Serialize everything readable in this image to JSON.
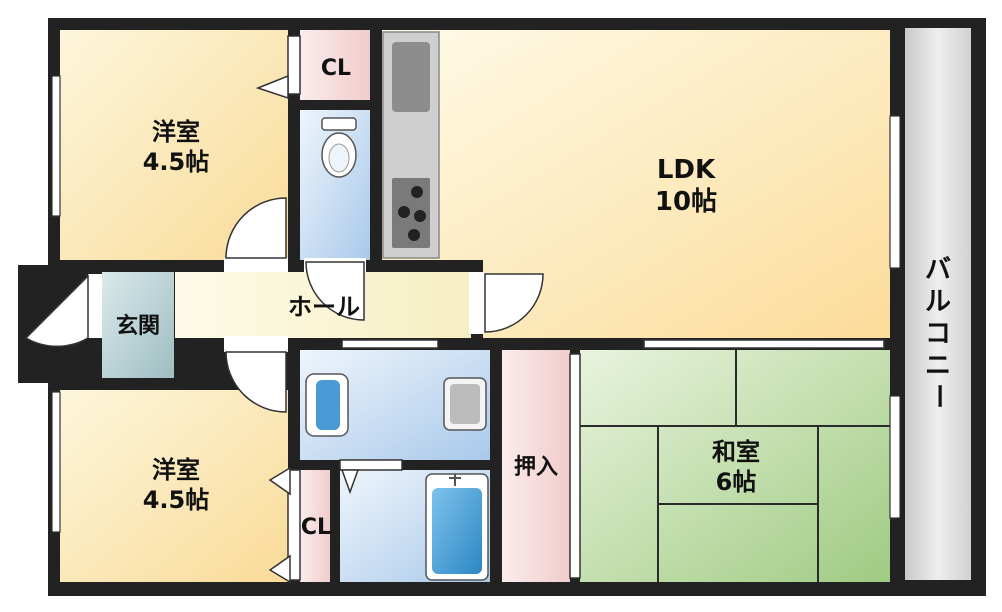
{
  "rooms": {
    "western_top": {
      "name": "洋室",
      "size": "4.5帖"
    },
    "western_bottom": {
      "name": "洋室",
      "size": "4.5帖"
    },
    "ldk": {
      "name": "LDK",
      "size": "10帖"
    },
    "japanese": {
      "name": "和室",
      "size": "6帖"
    },
    "closet_top": "CL",
    "closet_bottom": "CL",
    "hall": "ホール",
    "entrance": "玄関",
    "oshiire": "押入",
    "balcony": [
      "バ",
      "ル",
      "コ",
      "ニ",
      "ー"
    ]
  },
  "colors": {
    "wall": "#222222",
    "western_floor": "#fbe7b5",
    "ldk_floor": "#fdf0c4",
    "hall_floor": "#fbf6d4",
    "wet_area": "#cfe2f5",
    "closet": "#f7dede",
    "entrance": "#b9d3d6",
    "tatami": "#bcd9a4",
    "balcony": "#dcdcdc"
  }
}
